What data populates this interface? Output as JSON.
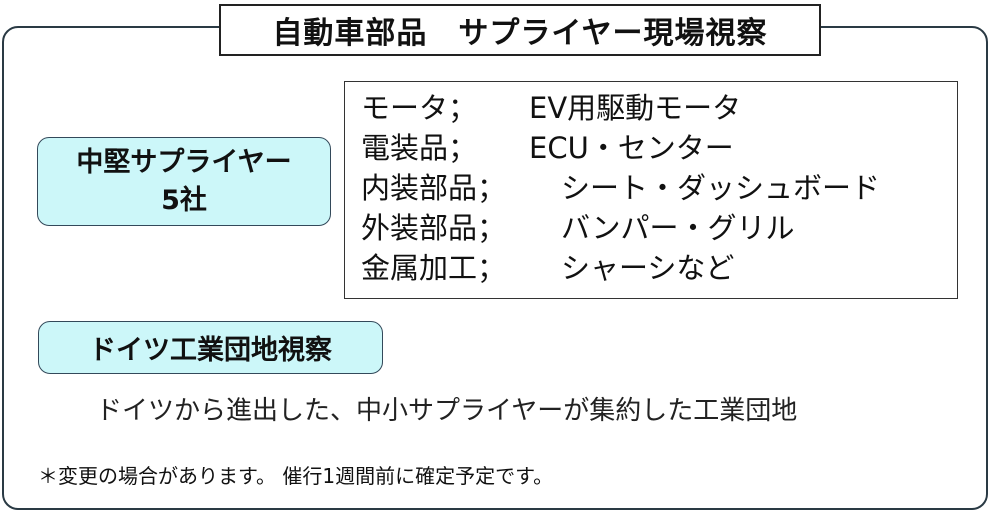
{
  "title": "自動車部品　サプライヤー現場視察",
  "supplier_badge": {
    "line1": "中堅サプライヤー",
    "line2": "5社"
  },
  "parts": [
    {
      "category": "モータ；",
      "items": "EV用駆動モータ"
    },
    {
      "category": "電装品；",
      "items": "ECU・センター"
    },
    {
      "category": "内装部品；",
      "items": "シート・ダッシュボード"
    },
    {
      "category": "外装部品；",
      "items": "バンパー・グリル"
    },
    {
      "category": "金属加工；",
      "items": "シャーシなど"
    }
  ],
  "industrial_park": {
    "label": "ドイツ工業団地視察",
    "description": "ドイツから進出した、中小サプライヤーが集約した工業団地"
  },
  "note": "＊変更の場合があります。 催行1週間前に確定予定です。",
  "colors": {
    "badge_fill": "#ccf7f9",
    "border": "#2a3a44"
  }
}
